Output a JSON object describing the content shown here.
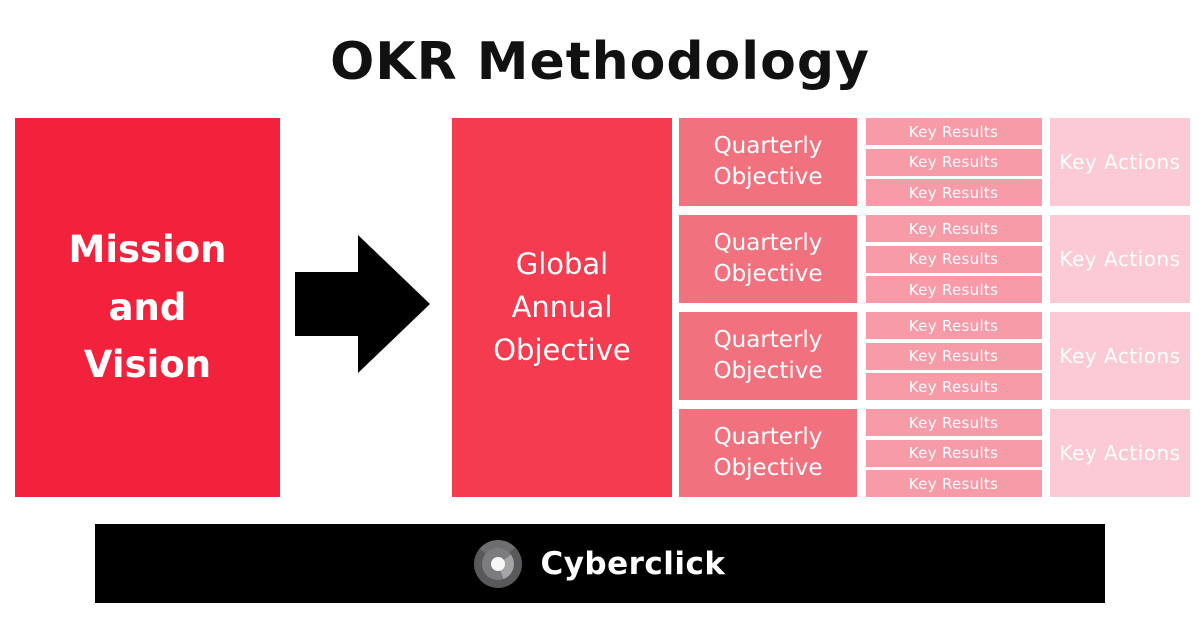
{
  "title": "OKR Methodology",
  "colors": {
    "mission_box": "#F2213C",
    "global_box": "#F43B50",
    "quarterly_box": "#F2717F",
    "key_results_bar": "#F79BA9",
    "key_actions_box": "#FBCAD4",
    "arrow": "#000000",
    "footer_bar": "#000000",
    "box_text": "#FFFFFF",
    "title_text": "#111111"
  },
  "flow": {
    "mission_label": "Mission\nand\nVision",
    "global_label": "Global\nAnnual\nObjective"
  },
  "rows": [
    {
      "objective": "Quarterly\nObjective",
      "key_results": [
        "Key Results",
        "Key Results",
        "Key Results"
      ],
      "key_actions": "Key Actions"
    },
    {
      "objective": "Quarterly\nObjective",
      "key_results": [
        "Key Results",
        "Key Results",
        "Key Results"
      ],
      "key_actions": "Key Actions"
    },
    {
      "objective": "Quarterly\nObjective",
      "key_results": [
        "Key Results",
        "Key Results",
        "Key Results"
      ],
      "key_actions": "Key Actions"
    },
    {
      "objective": "Quarterly\nObjective",
      "key_results": [
        "Key Results",
        "Key Results",
        "Key Results"
      ],
      "key_actions": "Key Actions"
    }
  ],
  "icons": {
    "arrow": "right-arrow",
    "logo": "cyberclick-target-logo"
  },
  "footer": {
    "brand": "Cyberclick"
  }
}
